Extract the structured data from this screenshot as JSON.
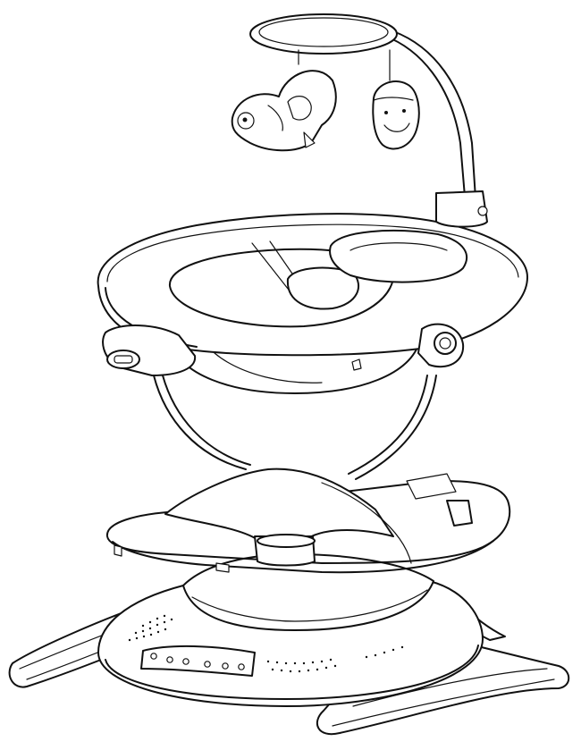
{
  "illustration": {
    "subject": "baby-swing-line-drawing",
    "stroke_color": "#111111",
    "background_color": "#ffffff"
  },
  "parts": {
    "mobile": {
      "toys": [
        "fish-toy",
        "smiling-pod-toy"
      ]
    },
    "control_panel": {
      "button_count": 6
    }
  }
}
